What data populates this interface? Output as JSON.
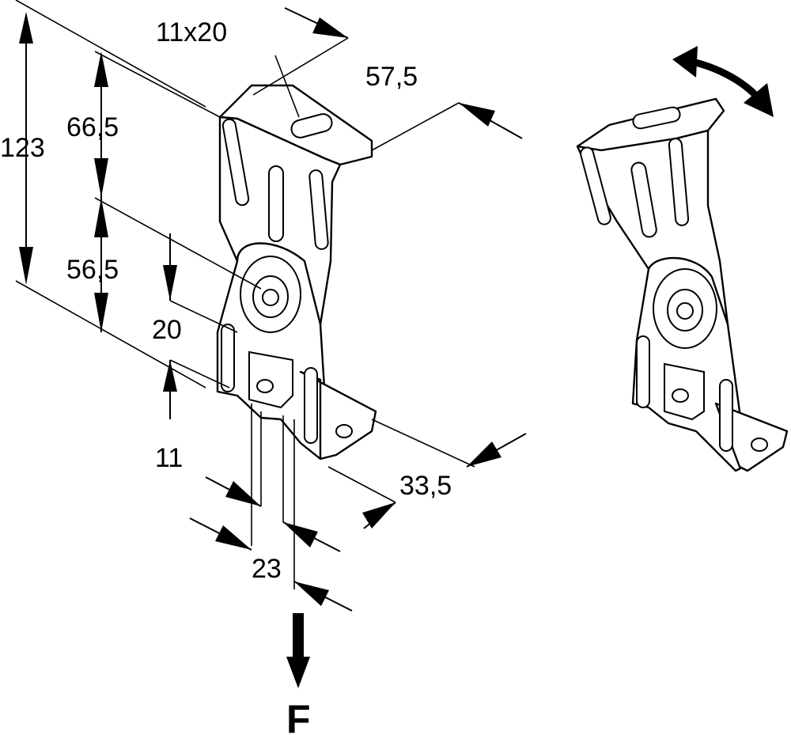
{
  "dimensions": {
    "height_total": "123",
    "height_upper": "66,5",
    "height_lower": "56,5",
    "slot_size": "11x20",
    "width_top": "57,5",
    "width_base": "33,5",
    "slot_offset": "20",
    "slot_width": "11",
    "base_slot": "23"
  },
  "force": {
    "label": "F"
  },
  "icons": {
    "rotate": "rotate-arrow-icon",
    "force_arrow": "down-arrow-icon"
  }
}
